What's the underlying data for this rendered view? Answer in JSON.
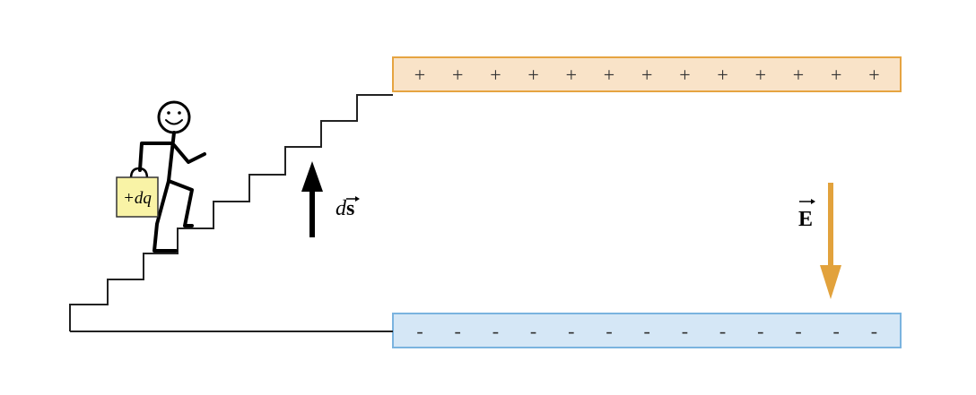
{
  "plates": {
    "top": {
      "sign": "+",
      "count": 13,
      "fill": "#f9e3c8",
      "stroke": "#e6a441"
    },
    "bottom": {
      "sign": "-",
      "count": 13,
      "fill": "#d5e7f6",
      "stroke": "#7ab3df"
    }
  },
  "labels": {
    "ds_d": "d",
    "ds_s": "s",
    "field": "E",
    "charge": "+dq"
  },
  "colors": {
    "field_arrow": "#e2a23c",
    "ds_arrow": "#000000",
    "stairs": "#222222",
    "briefcase": "#f9f3a6"
  }
}
